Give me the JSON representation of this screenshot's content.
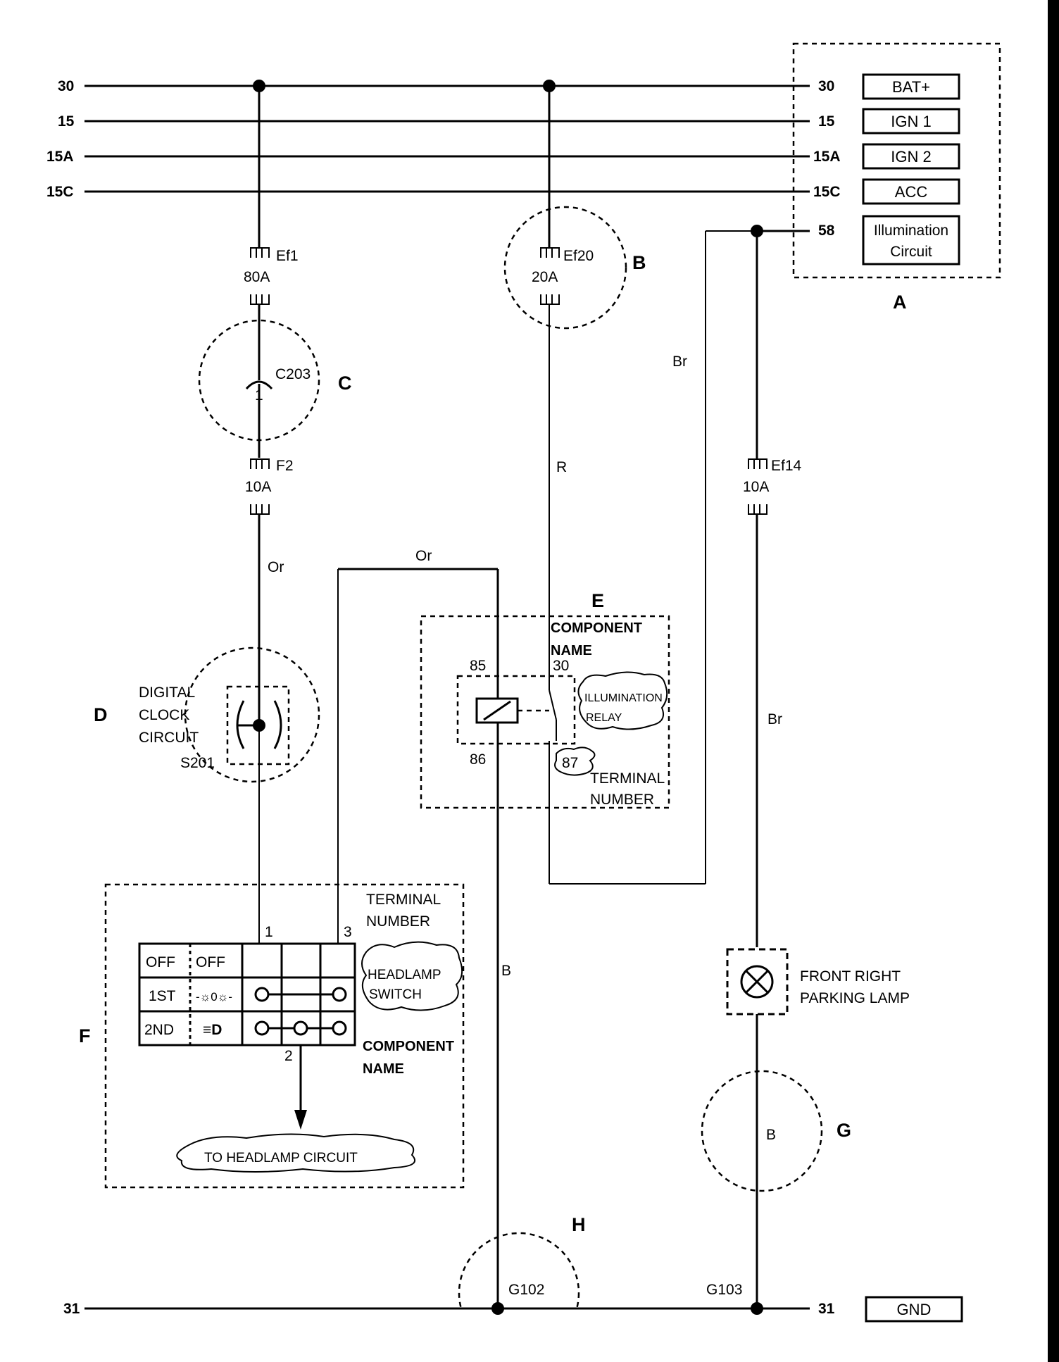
{
  "rails": [
    {
      "left": "30",
      "right": "30",
      "box": "BAT+"
    },
    {
      "left": "15",
      "right": "15",
      "box": "IGN 1"
    },
    {
      "left": "15A",
      "right": "15A",
      "box": "IGN 2"
    },
    {
      "left": "15C",
      "right": "15C",
      "box": "ACC"
    }
  ],
  "illumination": {
    "terminal": "58",
    "box_line1": "Illumination",
    "box_line2": "Circuit"
  },
  "ground": {
    "left": "31",
    "right": "31",
    "box": "GND"
  },
  "fuses": {
    "ef1": {
      "name": "Ef1",
      "rating": "80A"
    },
    "ef20": {
      "name": "Ef20",
      "rating": "20A"
    },
    "f2": {
      "name": "F2",
      "rating": "10A"
    },
    "ef14": {
      "name": "Ef14",
      "rating": "10A"
    }
  },
  "connector": {
    "name": "C203",
    "pin": "1"
  },
  "splice": {
    "line1": "DIGITAL",
    "line2": "CLOCK",
    "line3": "CIRCUIT",
    "id": "S201"
  },
  "relay": {
    "pin85": "85",
    "pin86": "86",
    "pin30": "30",
    "pin87": "87",
    "name_line1": "ILLUMINATION",
    "name_line2": "RELAY",
    "component_name_line1": "COMPONENT",
    "component_name_line2": "NAME",
    "terminal_number_line1": "TERMINAL",
    "terminal_number_line2": "NUMBER"
  },
  "switch": {
    "pin1": "1",
    "pin2": "2",
    "pin3": "3",
    "rows": [
      {
        "pos": "OFF",
        "state": "OFF"
      },
      {
        "pos": "1ST",
        "state": "-☼0☼-"
      },
      {
        "pos": "2ND",
        "state": "≡D"
      }
    ],
    "name_line1": "HEADLAMP",
    "name_line2": "SWITCH",
    "terminal_number_line1": "TERMINAL",
    "terminal_number_line2": "NUMBER",
    "component_name_line1": "COMPONENT",
    "component_name_line2": "NAME",
    "to_circuit": "TO HEADLAMP CIRCUIT"
  },
  "lamp": {
    "line1": "FRONT RIGHT",
    "line2": "PARKING LAMP"
  },
  "wire_colors": {
    "or_1": "Or",
    "or_2": "Or",
    "r": "R",
    "br_1": "Br",
    "br_2": "Br",
    "b_1": "B",
    "b_2": "B"
  },
  "grounds": {
    "g102": "G102",
    "g103": "G103"
  },
  "callouts": {
    "a": "A",
    "b": "B",
    "c": "C",
    "d": "D",
    "e": "E",
    "f": "F",
    "g": "G",
    "h": "H"
  }
}
